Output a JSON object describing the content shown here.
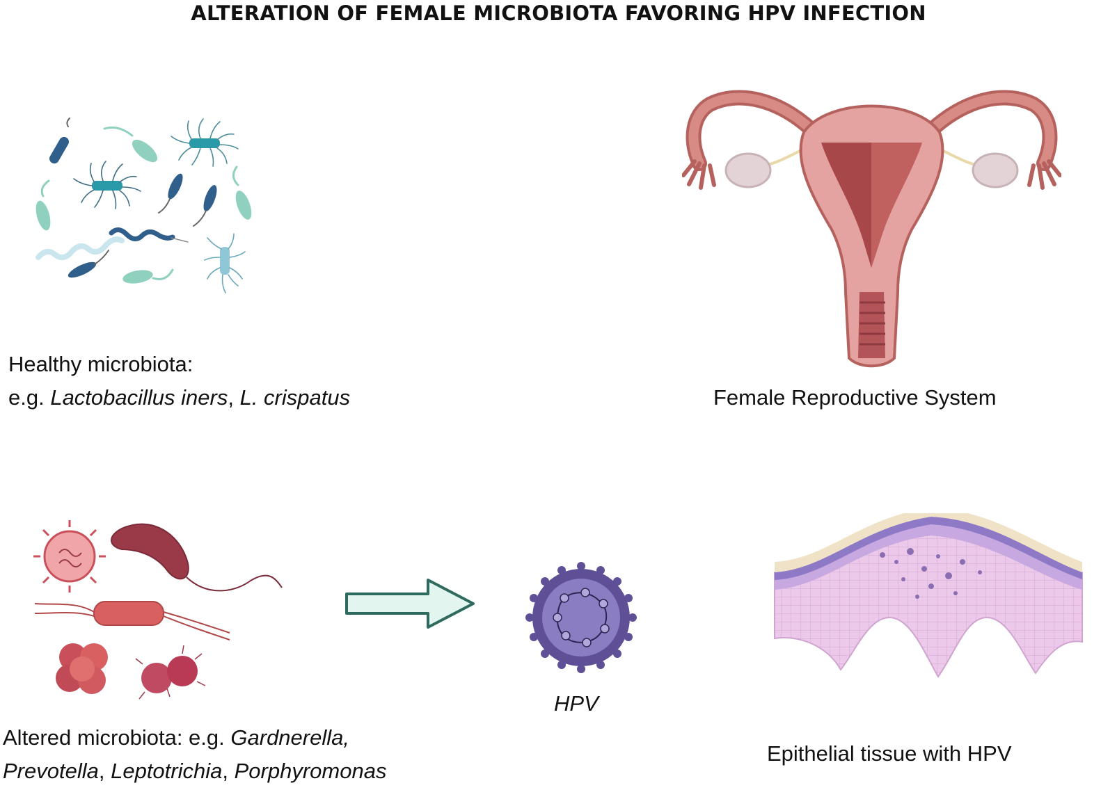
{
  "title": "ALTERATION OF FEMALE MICROBIOTA FAVORING HPV INFECTION",
  "healthy": {
    "line1": "Healthy microbiota:",
    "prefix": "e.g. ",
    "species1": "Lactobacillus iners",
    "sep": ", ",
    "species2": "L. crispatus"
  },
  "reproductive": {
    "label": "Female Reproductive System"
  },
  "altered": {
    "prefix": "Altered microbiota: e.g. ",
    "genus1": "Gardnerella,",
    "genus2": "Prevotella",
    "sep1": ", ",
    "genus3": "Leptotrichia",
    "sep2": ", ",
    "genus4": "Porphyromonas"
  },
  "hpv": {
    "label": "HPV"
  },
  "tissue": {
    "label": "Epithelial tissue with HPV"
  },
  "colors": {
    "healthy_dark": "#2f5f8a",
    "healthy_teal": "#2a9aa8",
    "healthy_mint": "#8fd0bf",
    "altered_red": "#c9505a",
    "altered_maroon": "#9a3a48",
    "arrow_fill": "#e3f5ef",
    "arrow_stroke": "#2e6b5e",
    "hpv_purple": "#5e4f96",
    "uterus": "#d88a85",
    "tissue_pink": "#e9c6e6"
  }
}
